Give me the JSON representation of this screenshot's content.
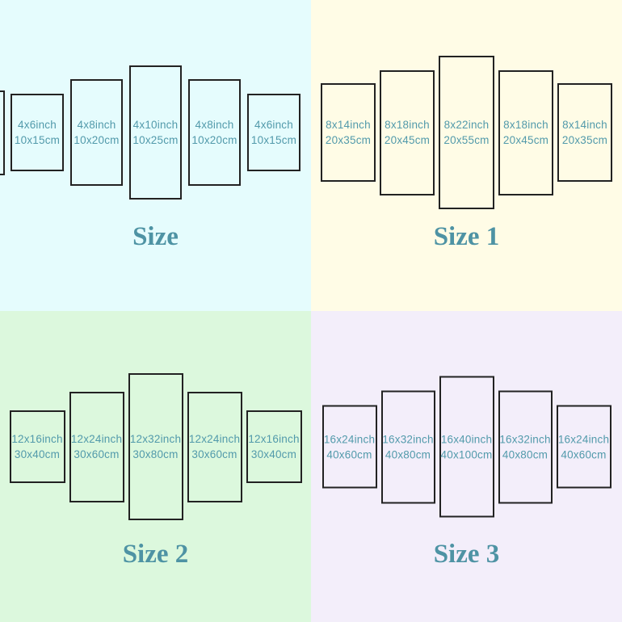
{
  "palette": {
    "label_text": "#529aab",
    "title_text": "#4e93a4",
    "panel_border": "#222222"
  },
  "quadrants": [
    {
      "title": "Size",
      "background": "#e5fcfd",
      "panels": [
        {
          "inch": "4x6inch",
          "cm": "10x15cm"
        },
        {
          "inch": "4x8inch",
          "cm": "10x20cm"
        },
        {
          "inch": "4x10inch",
          "cm": "10x25cm"
        },
        {
          "inch": "4x8inch",
          "cm": "10x20cm"
        },
        {
          "inch": "4x6inch",
          "cm": "10x15cm"
        }
      ]
    },
    {
      "title": "Size 1",
      "background": "#fffce6",
      "panels": [
        {
          "inch": "8x14inch",
          "cm": "20x35cm"
        },
        {
          "inch": "8x18inch",
          "cm": "20x45cm"
        },
        {
          "inch": "8x22inch",
          "cm": "20x55cm"
        },
        {
          "inch": "8x18inch",
          "cm": "20x45cm"
        },
        {
          "inch": "8x14inch",
          "cm": "20x35cm"
        }
      ]
    },
    {
      "title": "Size 2",
      "background": "#dcf8dd",
      "panels": [
        {
          "inch": "12x16inch",
          "cm": "30x40cm"
        },
        {
          "inch": "12x24inch",
          "cm": "30x60cm"
        },
        {
          "inch": "12x32inch",
          "cm": "30x80cm"
        },
        {
          "inch": "12x24inch",
          "cm": "30x60cm"
        },
        {
          "inch": "12x16inch",
          "cm": "30x40cm"
        }
      ]
    },
    {
      "title": "Size 3",
      "background": "#f3eefa",
      "panels": [
        {
          "inch": "16x24inch",
          "cm": "40x60cm"
        },
        {
          "inch": "16x32inch",
          "cm": "40x80cm"
        },
        {
          "inch": "16x40inch",
          "cm": "40x100cm"
        },
        {
          "inch": "16x32inch",
          "cm": "40x80cm"
        },
        {
          "inch": "16x24inch",
          "cm": "40x60cm"
        }
      ]
    }
  ]
}
